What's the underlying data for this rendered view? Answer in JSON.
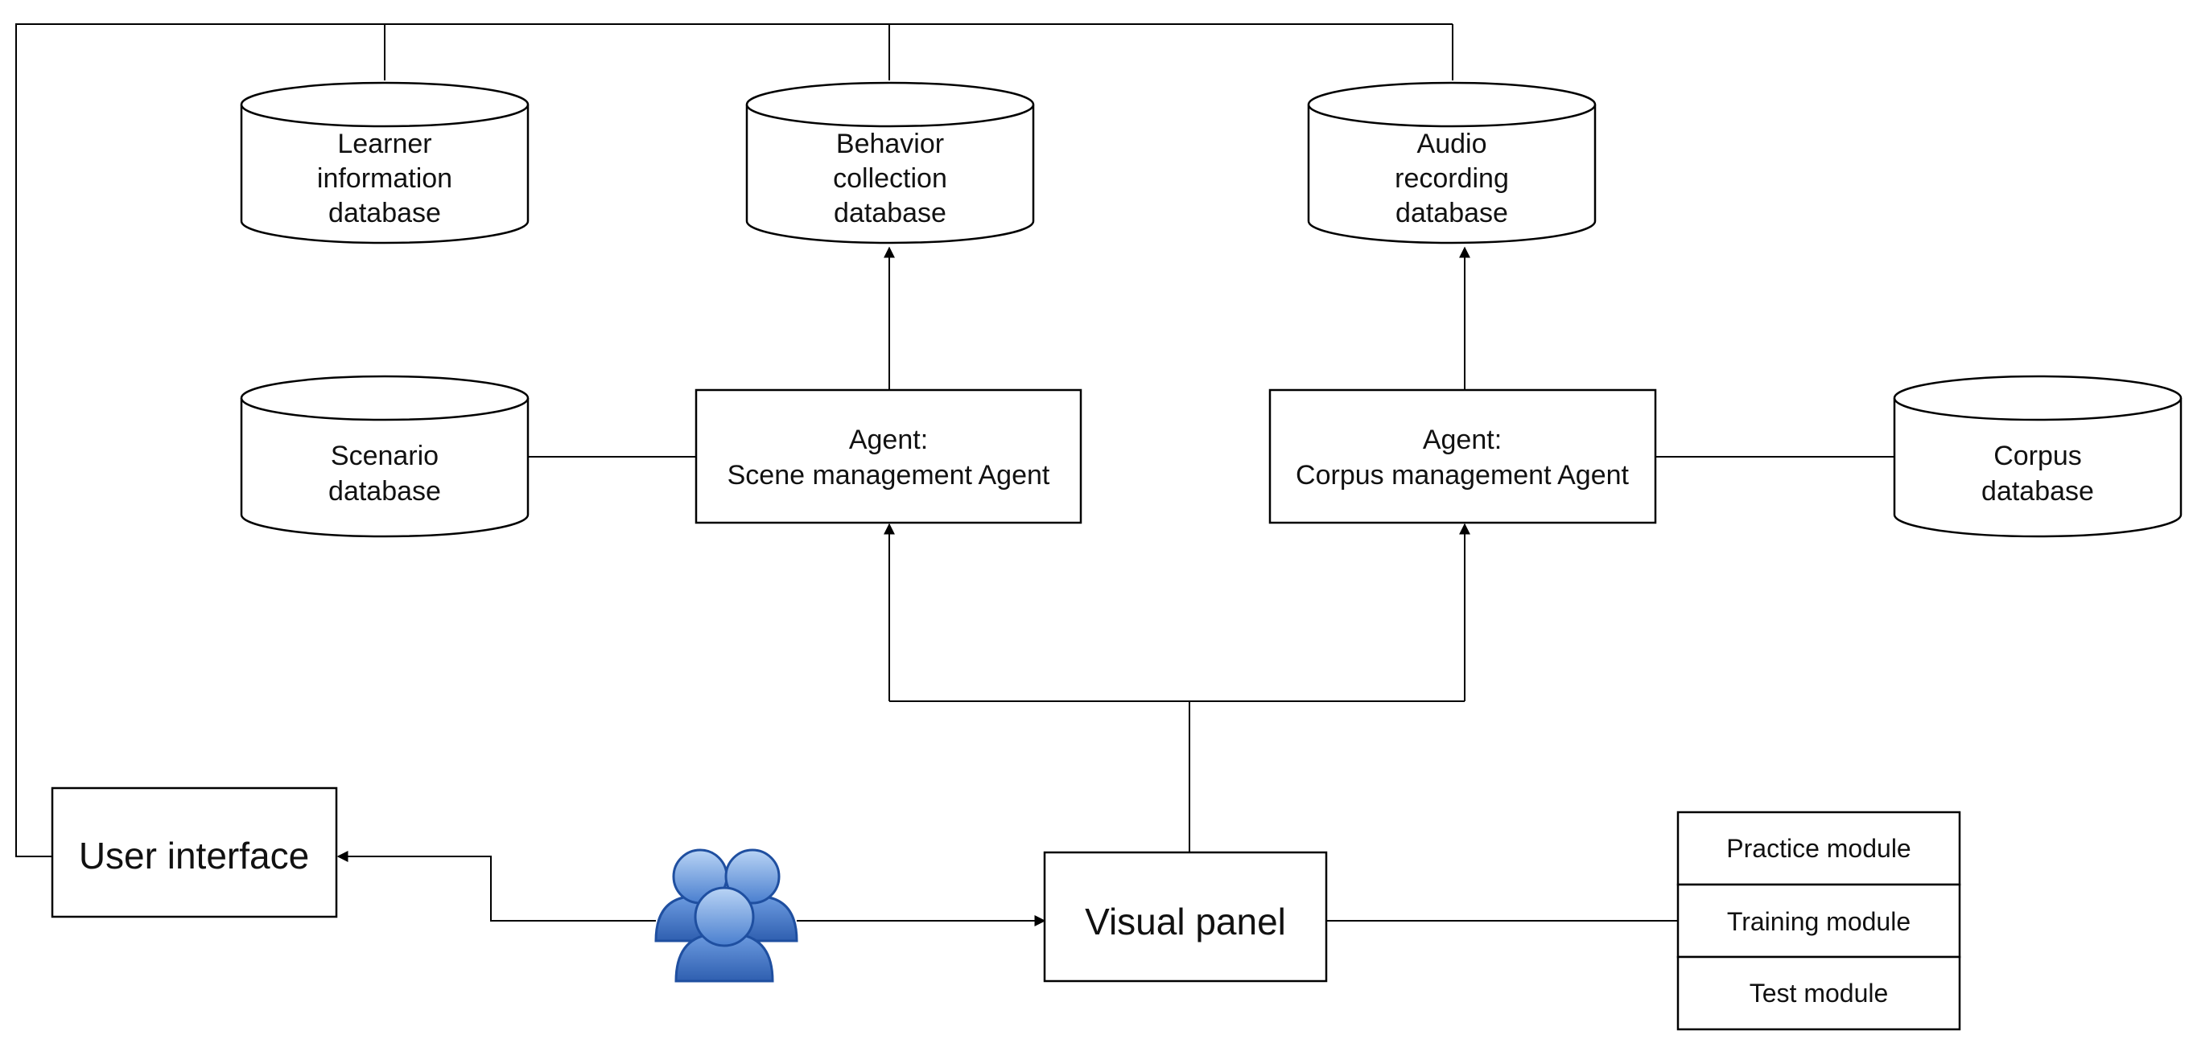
{
  "databases": {
    "learner": {
      "lines": [
        "Learner",
        "information",
        "database"
      ]
    },
    "behavior": {
      "lines": [
        "Behavior",
        "collection",
        "database"
      ]
    },
    "audio": {
      "lines": [
        "Audio",
        "recording",
        "database"
      ]
    },
    "scenario": {
      "lines": [
        "Scenario",
        "database"
      ]
    },
    "corpus": {
      "lines": [
        "Corpus",
        "database"
      ]
    }
  },
  "agents": {
    "scene": {
      "lines": [
        "Agent:",
        "Scene management Agent"
      ]
    },
    "corpus": {
      "lines": [
        "Agent:",
        "Corpus management Agent"
      ]
    }
  },
  "user_interface": {
    "label": "User interface"
  },
  "visual_panel": {
    "label": "Visual panel"
  },
  "modules": [
    "Practice module",
    "Training module",
    "Test module"
  ],
  "icons": {
    "users": "users-group-icon"
  },
  "colors": {
    "stroke": "#000000",
    "users_fill": "#5b8fd6",
    "users_outline": "#1f4fa0"
  }
}
